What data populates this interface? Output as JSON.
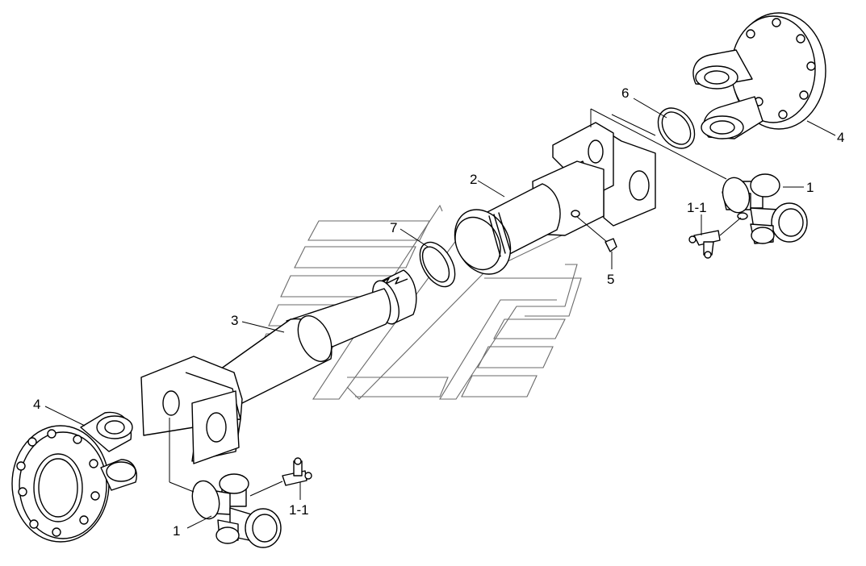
{
  "callouts": {
    "label_1_left": "1",
    "label_1_right": "1",
    "label_1_1_left": "1-1",
    "label_1_1_right": "1-1",
    "label_2": "2",
    "label_3": "3",
    "label_4_left": "4",
    "label_4_right": "4",
    "label_5": "5",
    "label_6": "6",
    "label_7": "7"
  }
}
